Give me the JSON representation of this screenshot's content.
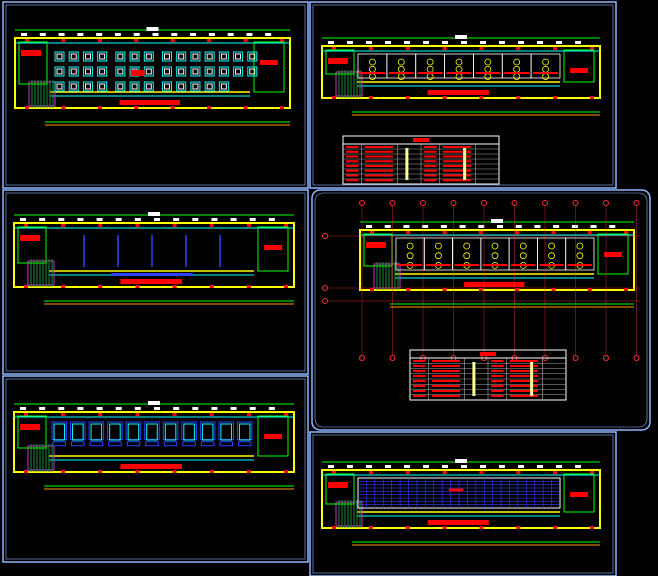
{
  "colors": {
    "background": "#000000",
    "frame": "#8fb8ff",
    "wall": "#ffff00",
    "outline": "#00ff00",
    "furniture": "#00ffff",
    "label": "#ff0000",
    "axis": "#ff3030",
    "blue": "#3040ff",
    "white": "#ffffff",
    "table_line": "#aaaaaa",
    "table_text": "#ffff99"
  },
  "sheets": [
    {
      "id": "plan-dining",
      "furniture": "tables"
    },
    {
      "id": "plan-rooms",
      "furniture": "rooms"
    },
    {
      "id": "plan-open",
      "furniture": "empty"
    },
    {
      "id": "plan-grid-axes",
      "furniture": "rooms"
    },
    {
      "id": "plan-bays",
      "furniture": "bays"
    },
    {
      "id": "plan-roof",
      "furniture": "grid"
    }
  ]
}
